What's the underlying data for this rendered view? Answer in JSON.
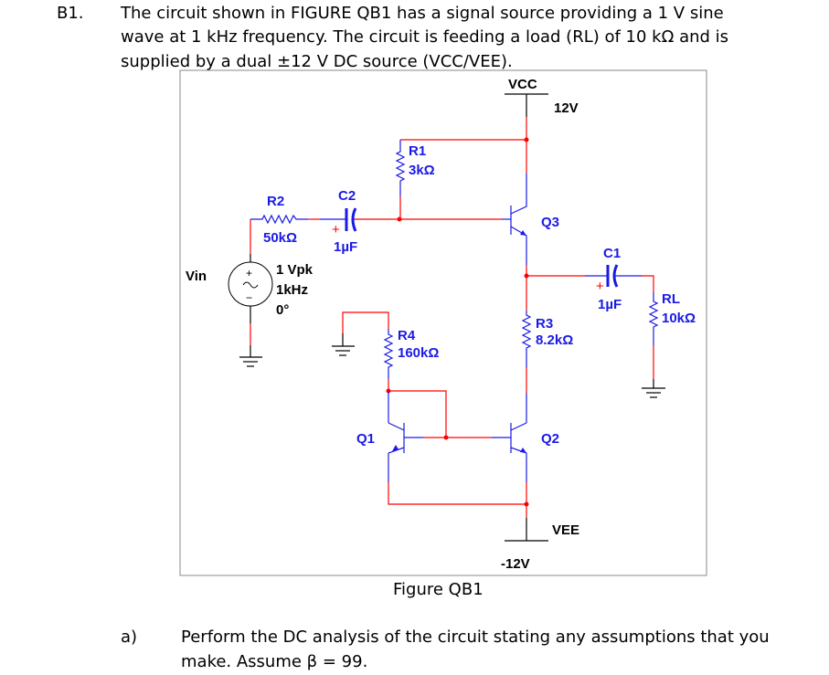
{
  "question": {
    "number": "B1.",
    "lines": [
      "The circuit shown in FIGURE QB1 has a signal source providing a 1 V sine",
      "wave at 1 kHz frequency. The circuit is feeding a load (RL) of 10 kΩ and is",
      "supplied by a dual ±12 V DC source (VCC/VEE)."
    ]
  },
  "circuit": {
    "vcc": {
      "name": "VCC",
      "value": "12V"
    },
    "vee": {
      "name": "VEE",
      "value": "-12V"
    },
    "vin": {
      "name": "Vin",
      "amplitude": "1 Vpk",
      "frequency": "1kHz",
      "phase": "0°",
      "plus": "+",
      "minus": "−"
    },
    "r1": {
      "name": "R1",
      "value": "3kΩ"
    },
    "r2": {
      "name": "R2",
      "value": "50kΩ"
    },
    "r3": {
      "name": "R3",
      "value": "8.2kΩ"
    },
    "r4": {
      "name": "R4",
      "value": "160kΩ"
    },
    "rl": {
      "name": "RL",
      "value": "10kΩ"
    },
    "c1": {
      "name": "C1",
      "value": "1µF",
      "polarity": "+"
    },
    "c2": {
      "name": "C2",
      "value": "1µF",
      "polarity": "+"
    },
    "q1": {
      "name": "Q1"
    },
    "q2": {
      "name": "Q2"
    },
    "q3": {
      "name": "Q3"
    },
    "wire_colors": {
      "red": "#ff0000",
      "blue": "#1a1ae6"
    }
  },
  "figure_caption": "Figure QB1",
  "part_a": {
    "label": "a)",
    "lines": [
      "Perform the DC analysis of the circuit stating any assumptions that you",
      "make. Assume β = 99."
    ]
  }
}
